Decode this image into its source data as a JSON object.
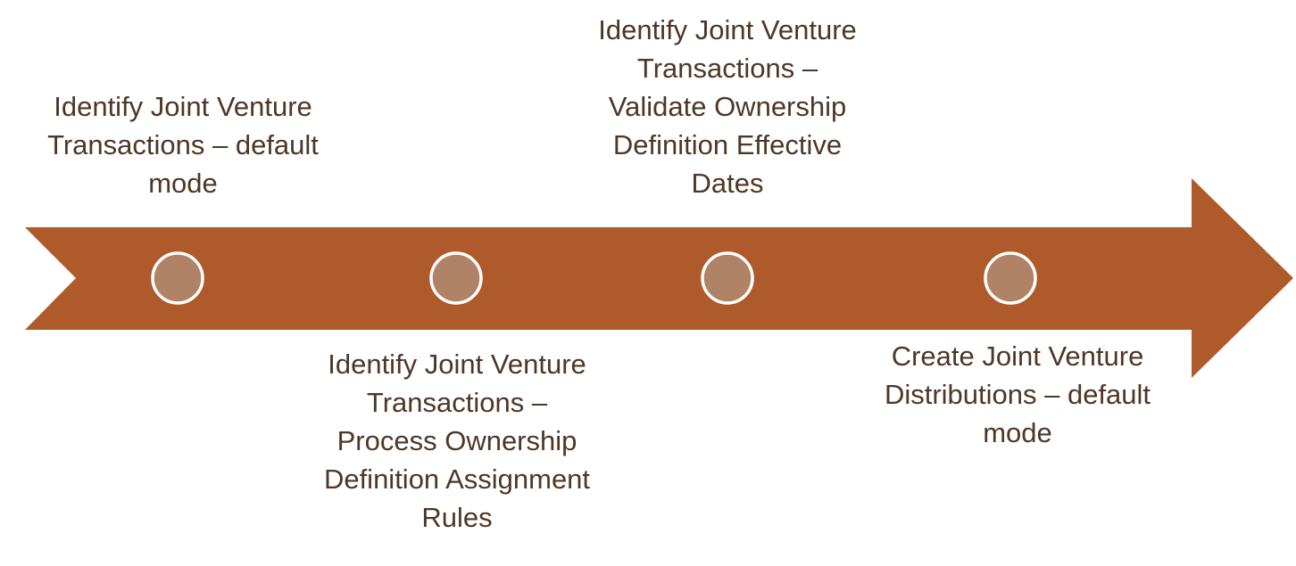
{
  "diagram": {
    "type": "process-arrow-timeline",
    "background": "#FFFFFF",
    "colors": {
      "arrow": "#AE5A2B",
      "circle_fill": "#B08366",
      "circle_stroke": "#FFFFFF",
      "text": "#4E3726"
    },
    "arrow": {
      "direction": "right",
      "marker_count": 4
    },
    "milestones": [
      {
        "label": "Identify Joint Venture Transactions – default mode",
        "position": "above",
        "lines": [
          "Identify Joint Venture",
          "Transactions – default",
          "mode"
        ]
      },
      {
        "label": "Identify Joint Venture Transactions – Process Ownership Definition Assignment Rules",
        "position": "below",
        "lines": [
          "Identify Joint Venture",
          "Transactions –",
          "Process Ownership",
          "Definition Assignment",
          "Rules"
        ]
      },
      {
        "label": "Identify Joint Venture Transactions – Validate Ownership Definition Effective Dates",
        "position": "above",
        "lines": [
          "Identify Joint Venture",
          "Transactions –",
          "Validate Ownership",
          "Definition Effective",
          "Dates"
        ]
      },
      {
        "label": "Create Joint Venture Distributions – default mode",
        "position": "below",
        "lines": [
          "Create Joint Venture",
          "Distributions – default",
          "mode"
        ]
      }
    ]
  }
}
